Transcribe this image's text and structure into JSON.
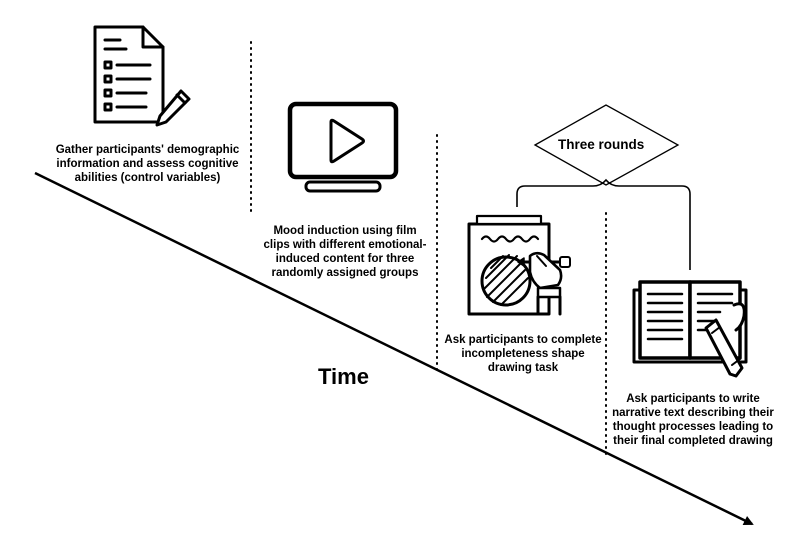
{
  "diagram": {
    "axis_label": "Time",
    "rounds_label": "Three rounds",
    "steps": [
      {
        "icon": "document-checklist-icon",
        "text": "Gather participants' demographic information and assess cognitive abilities (control variables)"
      },
      {
        "icon": "video-monitor-icon",
        "text": "Mood induction using film clips with different emotional-induced content for three randomly assigned groups"
      },
      {
        "icon": "hand-drawing-icon",
        "text": "Ask participants to complete incompleteness shape drawing task"
      },
      {
        "icon": "open-book-pen-icon",
        "text": "Ask participants to write narrative text describing their thought processes leading to their final completed drawing"
      }
    ],
    "colors": {
      "ink": "#000000",
      "background": "#ffffff"
    }
  }
}
